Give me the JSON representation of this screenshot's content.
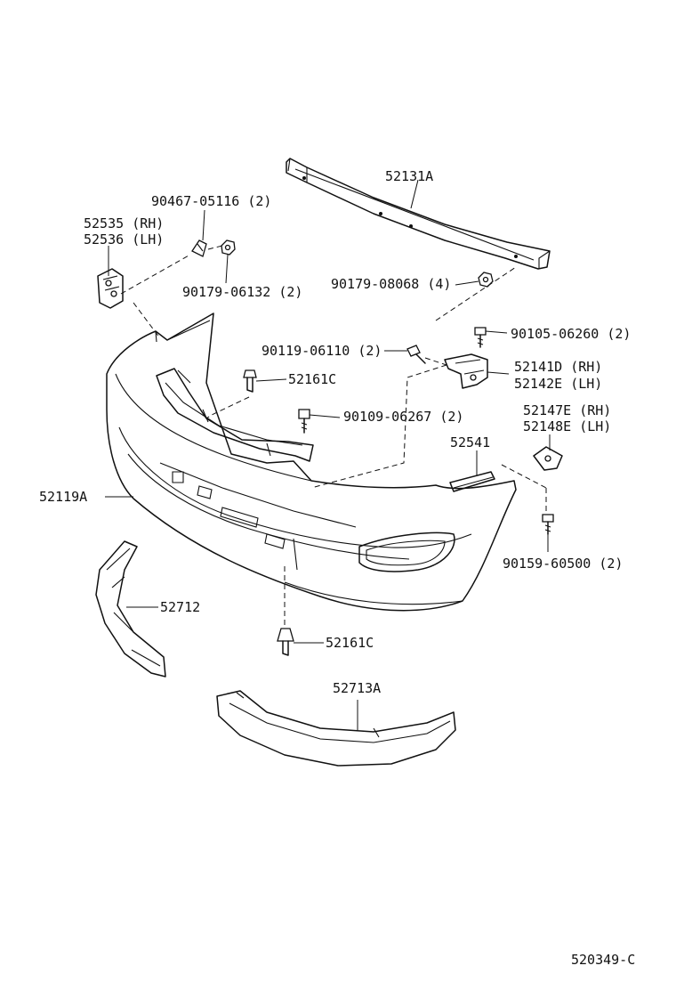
{
  "diagram_id": "520349-C",
  "parts": [
    {
      "number": "52131A"
    },
    {
      "number": "90467-05116",
      "qty": "(2)"
    },
    {
      "number": "52535",
      "side": "(RH)"
    },
    {
      "number": "52536",
      "side": "(LH)"
    },
    {
      "number": "90179-06132",
      "qty": "(2)"
    },
    {
      "number": "90179-08068",
      "qty": "(4)"
    },
    {
      "number": "90105-06260",
      "qty": "(2)"
    },
    {
      "number": "90119-06110",
      "qty": "(2)"
    },
    {
      "number": "52141D",
      "side": "(RH)"
    },
    {
      "number": "52142E",
      "side": "(LH)"
    },
    {
      "number": "52161C"
    },
    {
      "number": "90109-06267",
      "qty": "(2)"
    },
    {
      "number": "52147E",
      "side": "(RH)"
    },
    {
      "number": "52148E",
      "side": "(LH)"
    },
    {
      "number": "52541"
    },
    {
      "number": "52119A"
    },
    {
      "number": "90159-60500",
      "qty": "(2)"
    },
    {
      "number": "52712"
    },
    {
      "number": "52161C"
    },
    {
      "number": "52713A"
    }
  ]
}
